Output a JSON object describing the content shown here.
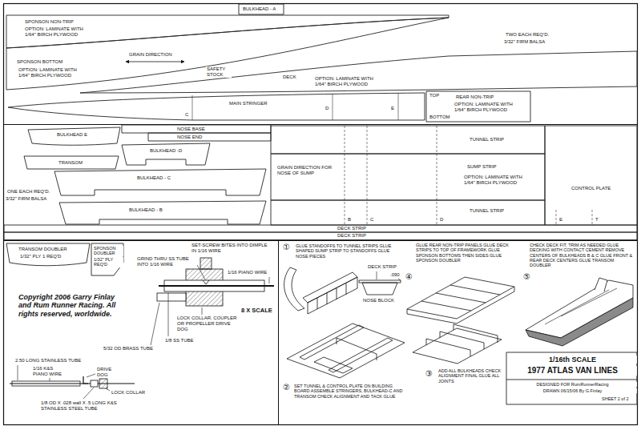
{
  "diagram": {
    "nodes": [
      {
        "text": [
          "BULKHEAD - A"
        ]
      },
      {
        "text": [
          "SPONSON NON-TRIP",
          "OPTION: LAMINATE WITH 1/64\" BIRCH PLYWOOD"
        ]
      },
      {
        "text": [
          "SPONSON BOTTOM",
          "OPTION: LAMINATE WITH 1/64\" BIRCH PLYWOOD"
        ]
      },
      {
        "text": [
          "DECK",
          "OPTION: LAMINATE WITH 1/64\" BIRCH PLYWOOD"
        ]
      },
      {
        "text": [
          "MAIN STRINGER",
          "C",
          "D",
          "E"
        ]
      },
      {
        "text": [
          "TOP",
          "REAR NON-TRIP",
          "OPTION: LAMINATE WITH 1/64\" BIRCH PLYWOOD",
          "BOTTOM"
        ]
      },
      {
        "text": [
          "BULKHEAD E"
        ]
      },
      {
        "text": [
          "NOSE BASE"
        ]
      },
      {
        "text": [
          "NOSE END"
        ]
      },
      {
        "text": [
          "TUNNEL STRIP"
        ]
      },
      {
        "text": [
          "BULKHEAD -D"
        ]
      },
      {
        "text": [
          "TRANSOM"
        ]
      },
      {
        "text": [
          "GRAIN DIRECTION FOR NOSE OF SUMP",
          "SUMP STRIP",
          "OPTION: LAMINATE WITH 1/64\" BIRCH PLYWOOD"
        ]
      },
      {
        "text": [
          "BULKHEAD - C"
        ]
      },
      {
        "text": [
          "CONTROL PLATE",
          "E",
          "T"
        ]
      },
      {
        "text": [
          "BULKHEAD - B"
        ]
      },
      {
        "text": [
          "TUNNEL STRIP",
          "B",
          "C",
          "D"
        ]
      },
      {
        "text": [
          "DECK STRIP"
        ]
      },
      {
        "text": [
          "DECK STRIP"
        ]
      },
      {
        "text": [
          "TRANSOM DOUBLER",
          "1/32\" PLY 1 REQ'D"
        ]
      },
      {
        "text": [
          "SPONSON DOUBLER",
          "1/32\" PLY REQ'D"
        ]
      },
      {
        "text": [
          "1/16th SCALE",
          "1977 ATLAS VAN LINES",
          "DESIGNED FOR RumRunnerRacing",
          "DRAWN 06/15/06 By G.Finlay",
          "SHEET 2 of 2"
        ]
      }
    ],
    "labels": [
      "TWO EACH REQ'D.",
      "3/32\" FIRM BALSA",
      "GRAIN DIRECTION",
      "SAFETY STOCK",
      "ONE EACH REQ'D.",
      "3/32\" FIRM BALSA",
      "SET-SCREW BITES INTO DIMPLE IN 1/16 WIRE",
      "GRIND THRU SS TUBE INTO 1/16 WIRE",
      "1/16 PIANO WIRE",
      "8 X SCALE",
      "LOCK COLLAR, COUPLER OR PROPELLER DRIVE DOG",
      "1/8 SS TUBE",
      "5/32 OD BRASS TUBE",
      "2.50 LONG STAINLESS TUBE",
      "1/16 K&S PIANO WIRE",
      "DRIVE DOG",
      "LOCK COLLAR",
      "1/8 OD X .028 wall X .5 LONG K&S STAINLESS STEEL TUBE",
      "Copyright 2006 Garry Finlay and Rum Runner Racing. All rights reserved, worldwide.",
      "①",
      "GLUE STANDOFFS TO TUNNEL STRIPS GLUE SHAPED SUMP STRIP TO STANDOFFS GLUE NOSE PIECES",
      "DECK STRIP",
      ".090",
      "NOSE BLOCK",
      "④",
      "GLUE REAR NON-TRIP PANELS GLUE DECK STRIPS TO TOP OF FRAMEWORK GLUE SPONSON BOTTOMS THEN SIDES GLUE SPONSON DOUBLER",
      "⑤",
      "CHECK DECK FIT, TRIM AS NEEDED GLUE DECKING WITH CONTACT CEMENT REMOVE CENTERS OF BULKHEADS B & C GLUE FRONT & REAR DECK CENTERS GLUE TRANSOM DOUBLER",
      "②",
      "SET TUNNEL & CONTROL PLATE ON BUILDING BOARD ASSEMBLE STRINGERS, BULKHEAD-C AND TRANSOM CHECK ALIGNMENT AND TACK GLUE",
      "③",
      "ADD ALL BULKHEADS CHECK ALIGNMENT FINAL GLUE ALL JOINTS"
    ]
  }
}
